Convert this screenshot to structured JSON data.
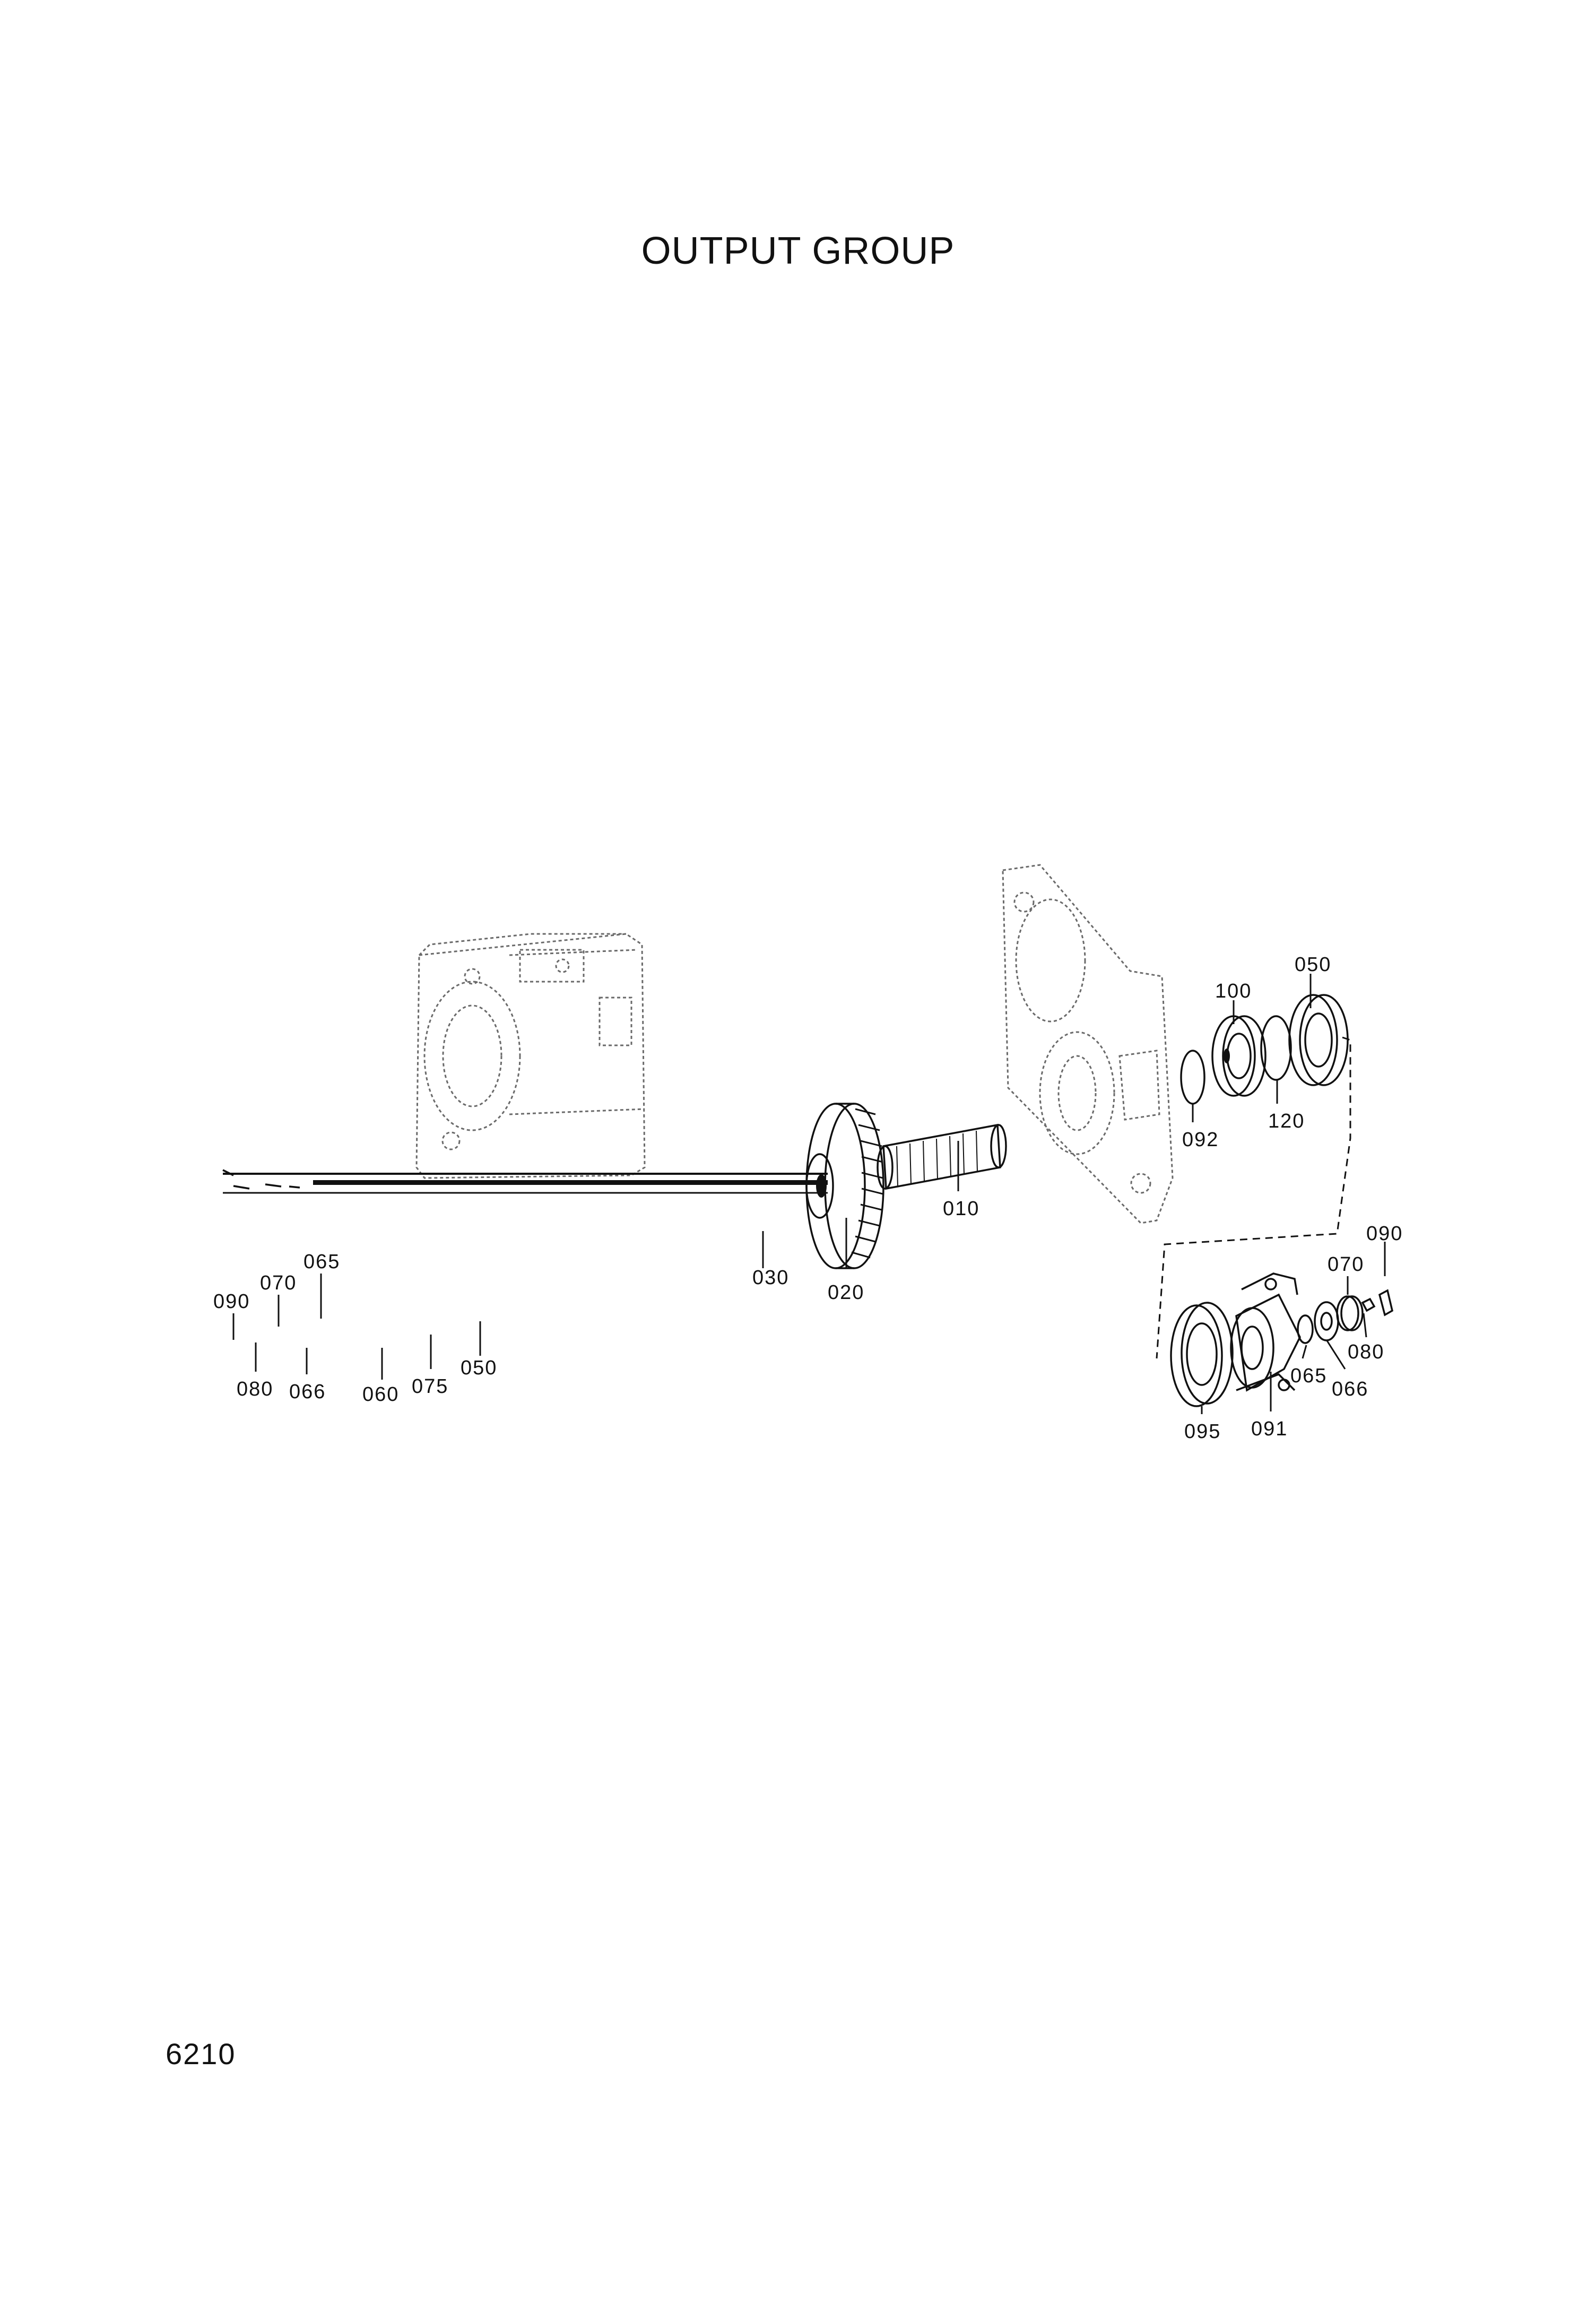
{
  "title": "OUTPUT GROUP",
  "page_number": "6210",
  "callouts": {
    "c010": "010",
    "c020": "020",
    "c030": "030",
    "c050a": "050",
    "c100": "100",
    "c092": "092",
    "c120": "120",
    "c090a": "090",
    "c070a": "070",
    "c080a": "080",
    "c065a": "065",
    "c066a": "066",
    "c095": "095",
    "c091": "091",
    "c090b": "090",
    "c070b": "070",
    "c065b": "065",
    "c080b": "080",
    "c066b": "066",
    "c060": "060",
    "c075": "075",
    "c050b": "050"
  }
}
